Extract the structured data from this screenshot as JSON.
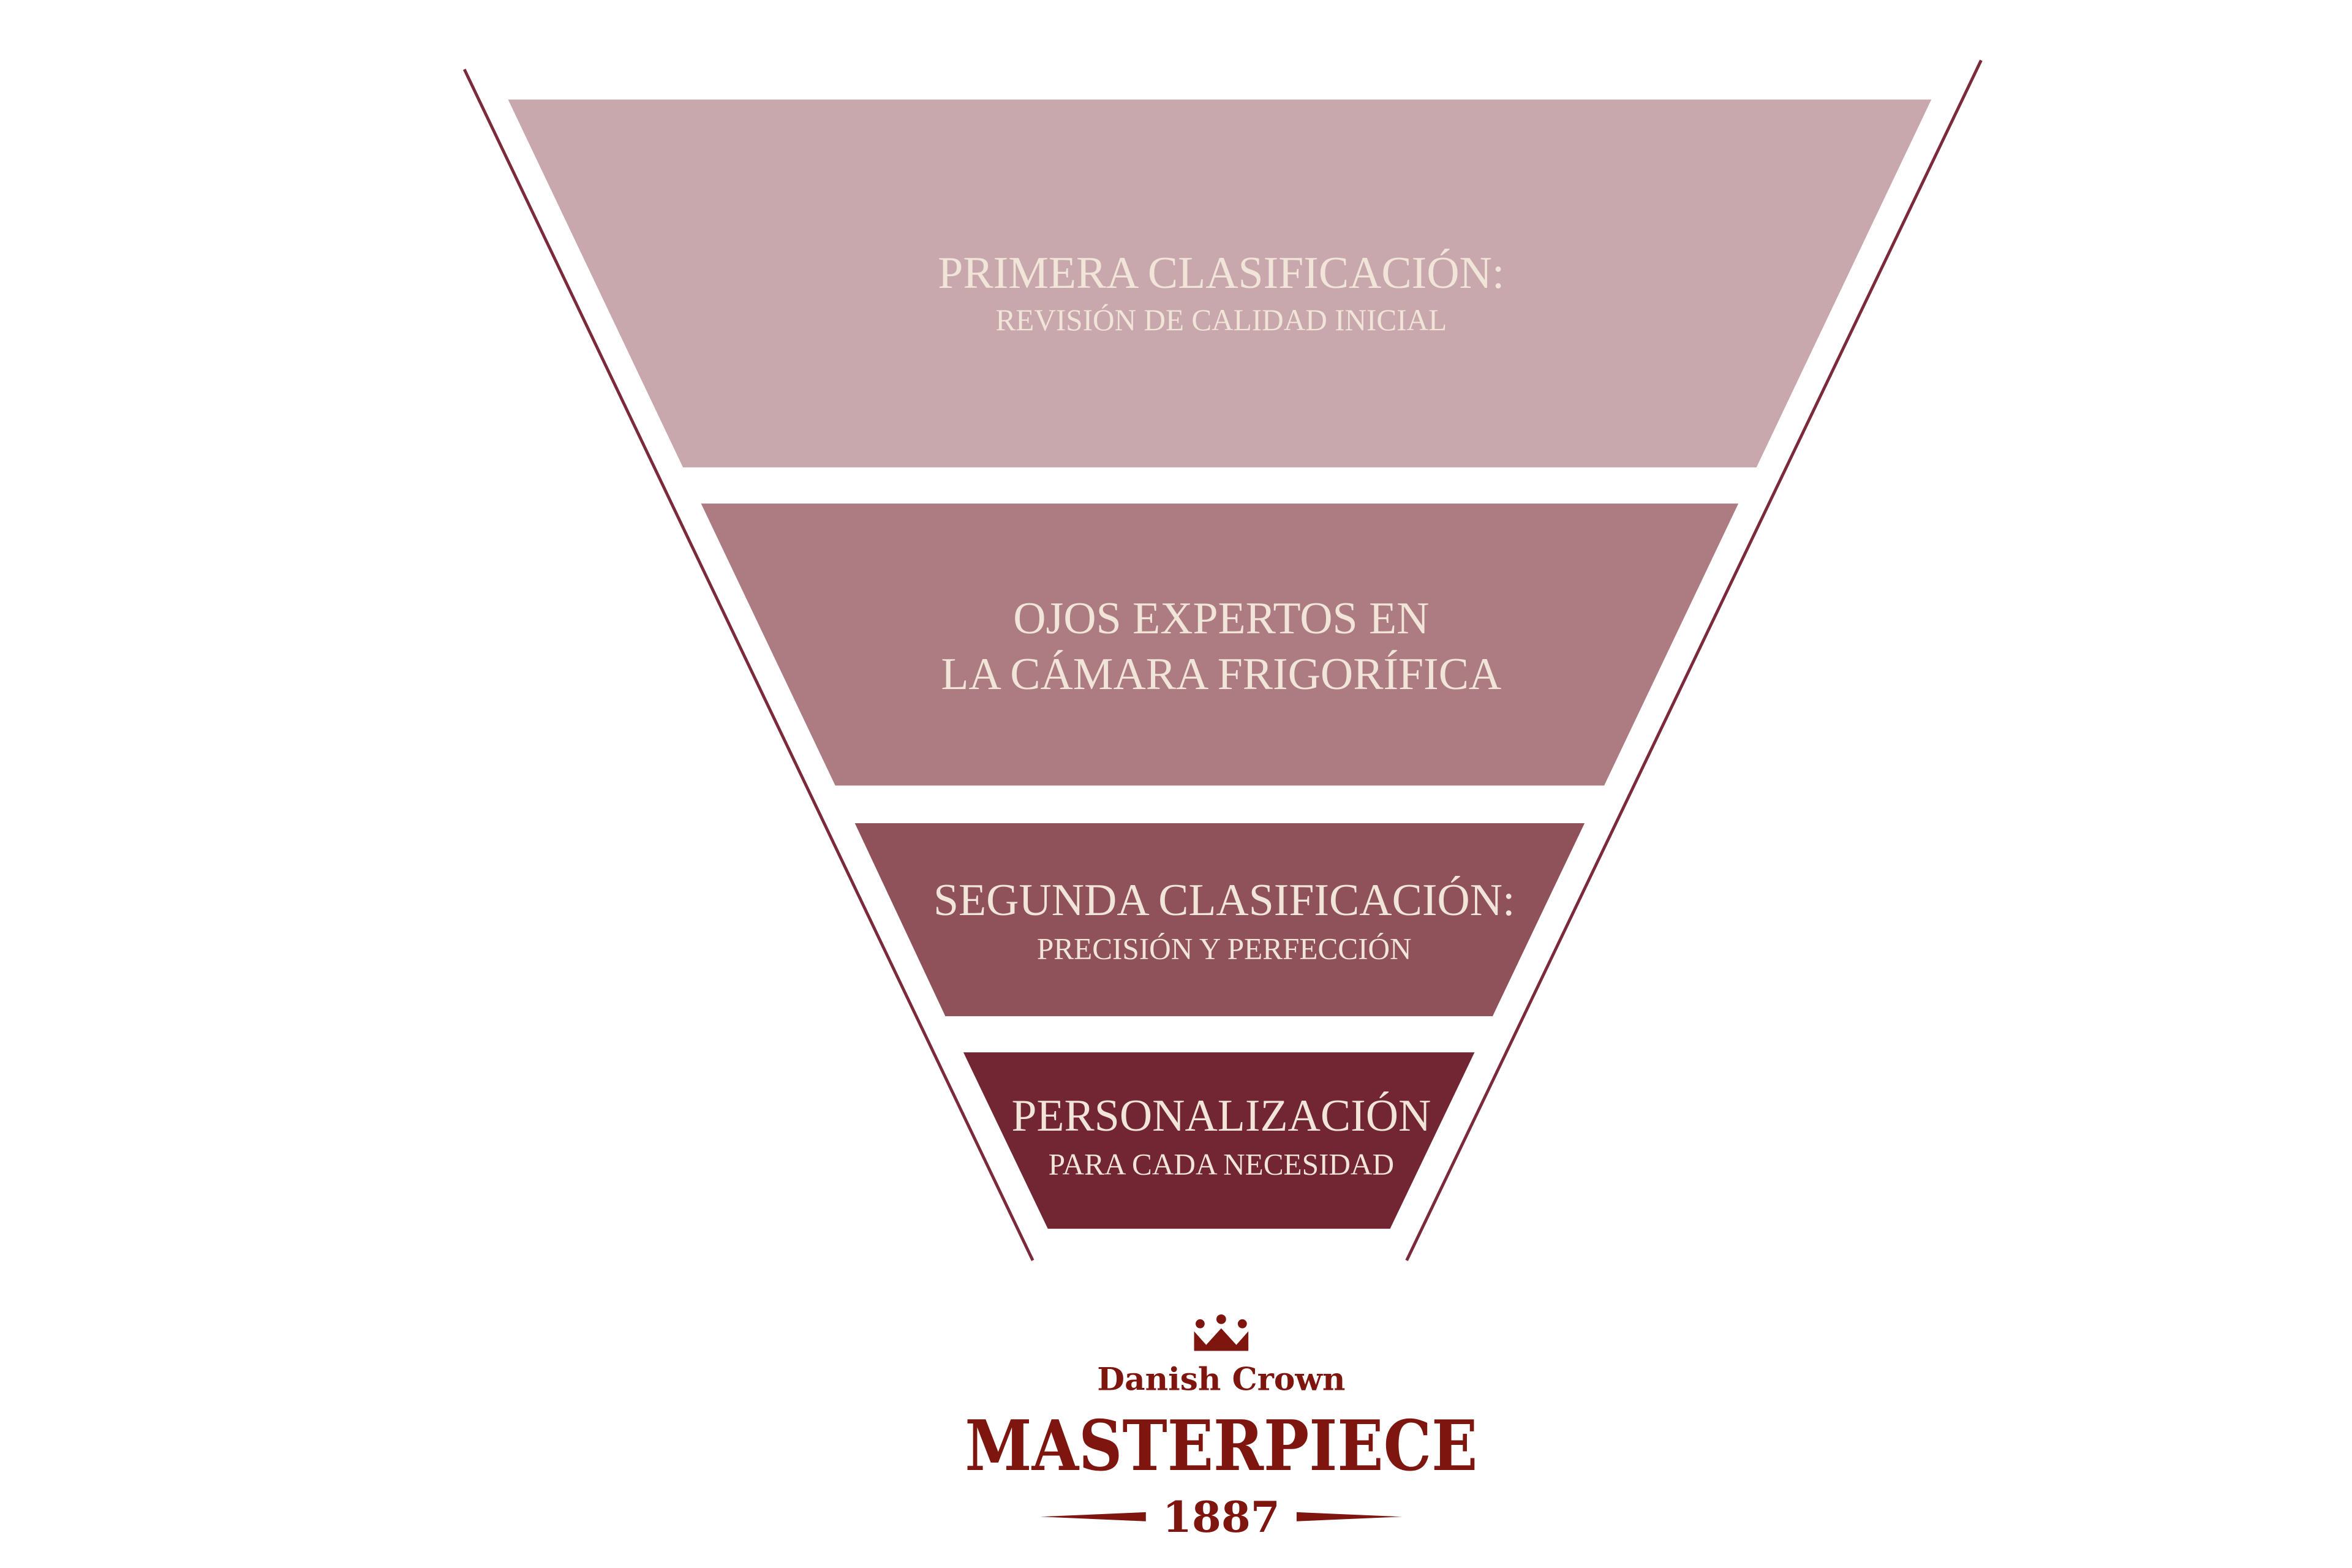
{
  "funnel": {
    "stages": [
      {
        "title": "PRIMERA CLASIFICACIÓN:",
        "subtitle": "REVISIÓN DE CALIDAD INICIAL",
        "color": "#c9a8ad"
      },
      {
        "title_line1": "OJOS EXPERTOS EN",
        "title_line2": "LA CÁMARA FRIGORÍFICA",
        "color": "#ad7c82"
      },
      {
        "title": "SEGUNDA CLASIFICACIÓN:",
        "subtitle": "PRECISIÓN Y PERFECCIÓN",
        "color": "#8f525a"
      },
      {
        "title": "PERSONALIZACIÓN",
        "subtitle": "PARA CADA NECESIDAD",
        "color": "#722532"
      }
    ],
    "outline_color": "#7a2a3a",
    "text_color": "#f1e4d8"
  },
  "logo": {
    "brand": "Danish Crown",
    "name": "MASTERPIECE",
    "year": "1887",
    "icon": "crown-icon",
    "color": "#7e150f"
  }
}
